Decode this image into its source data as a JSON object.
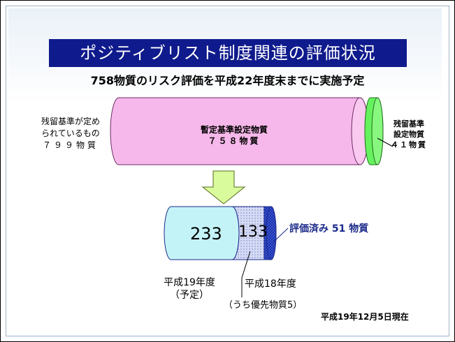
{
  "title": "ポジティブリスト制度関連の評価状況",
  "subtitle": "758物質のリスク評価を平成22年度末までに実施予定",
  "left_label": [
    "残留基準が定め",
    "られているもの",
    "７９９物質"
  ],
  "big_cylinder": {
    "line1": "暫定基準設定物質",
    "line2": "７５８物質"
  },
  "small_cylinder": {
    "line1": "残留基準",
    "line2": "設定物質",
    "line3": "４１物質"
  },
  "bottom": {
    "value_a": "233",
    "value_b": "133",
    "evaluated": "評価済み 51 物質",
    "label_h19_1": "平成19年度",
    "label_h19_2": "（予定）",
    "label_h18": "平成18年度",
    "priority": "（うち優先物質5）"
  },
  "date": "平成19年12月5日現在",
  "colors": {
    "title_bar": "#0f1a8c",
    "big_cylinder": "#f6b8ea",
    "small_cylinder": "#66f25e",
    "cyl_233": "#c4f3f7",
    "cyl_133": "#cfd5f2",
    "cyl_51": "#1a2fa0",
    "arrow": "#d9fb9c"
  }
}
